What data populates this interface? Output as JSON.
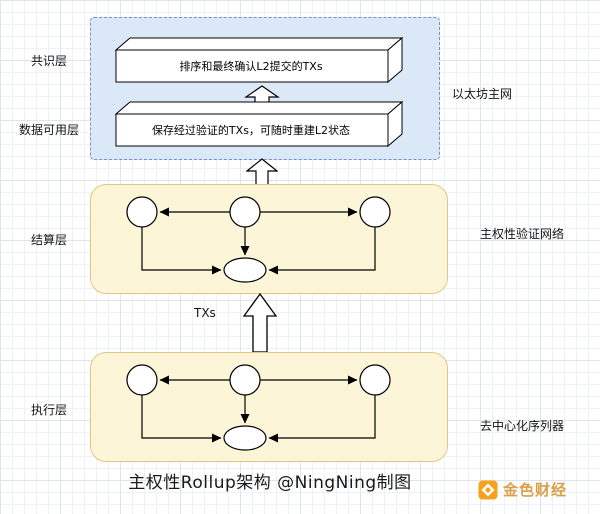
{
  "diagram": {
    "title": "主权性Rollup架构 @NingNing制图",
    "layer_labels": {
      "consensus": "共识层",
      "data_availability": "数据可用层",
      "settlement": "结算层",
      "execution": "执行层"
    },
    "side_labels": {
      "ethereum_mainnet": "以太坊主网",
      "sovereign_validation_network": "主权性验证网络",
      "decentralized_sequencer": "去中心化序列器"
    },
    "ethereum_group": {
      "consensus_box_text": "排序和最终确认L2提交的TXs",
      "da_box_text": "保存经过验证的TXs，可随时重建L2状态"
    },
    "txs_label": "TXs"
  },
  "watermark": {
    "brand": "金色财经"
  },
  "colors": {
    "ethereum_group_bg": "#dbe8f8",
    "ethereum_group_border": "#7492c8",
    "node_box_bg": "#fdf5d8",
    "node_box_border": "#e3c586",
    "brand_orange": "#f7a21c",
    "brand_text_gold": "#d8a04b"
  }
}
